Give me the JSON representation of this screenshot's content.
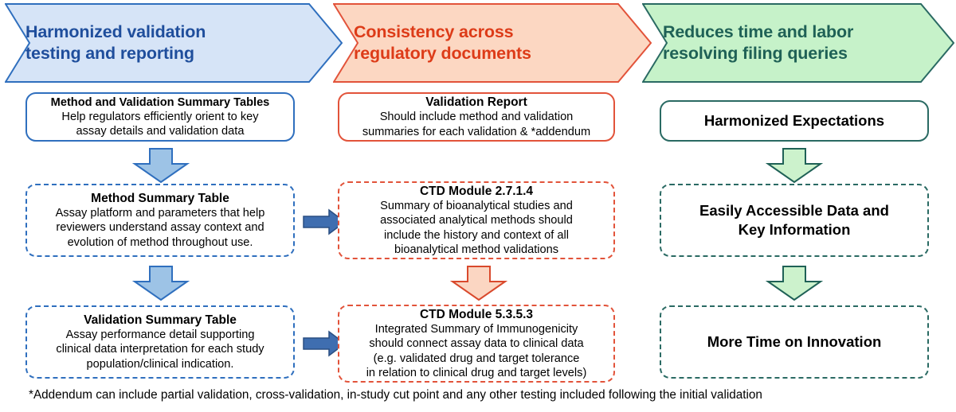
{
  "banners": [
    {
      "id": "harmonized-validation",
      "label": "Harmonized validation\ntesting and reporting",
      "line1": "Harmonized validation",
      "line2": "testing and reporting",
      "fill": "#d6e4f7",
      "stroke": "#2f6fbe",
      "text_color": "#1f4e9c"
    },
    {
      "id": "consistency-regulatory",
      "label": "Consistency across\nregulatory documents",
      "line1": "Consistency across",
      "line2": "regulatory documents",
      "fill": "#fcd7c2",
      "stroke": "#e2533a",
      "text_color": "#dd3b18"
    },
    {
      "id": "reduces-time-labor",
      "label": "Reduces time and labor\nresolving filing queries",
      "line1": "Reduces time and labor",
      "line2": "resolving filing queries",
      "fill": "#c6f2c9",
      "stroke": "#2a6a63",
      "text_color": "#1f6156"
    }
  ],
  "column1": {
    "box1": {
      "title": "Method and Validation Summary Tables",
      "body_line1": "Help regulators efficiently orient to key",
      "body_line2": "assay details and validation data"
    },
    "box2": {
      "title": "Method Summary Table",
      "body_line1": "Assay platform and parameters that help",
      "body_line2": "reviewers understand assay context and",
      "body_line3": "evolution of method throughout use."
    },
    "box3": {
      "title": "Validation Summary Table",
      "body_line1": "Assay performance detail supporting",
      "body_line2": "clinical data interpretation for each study",
      "body_line3": "population/clinical indication."
    }
  },
  "column2": {
    "box1": {
      "title": "Validation Report",
      "body_line1": "Should include method and validation",
      "body_line2": "summaries for each validation & *addendum"
    },
    "box2": {
      "title": "CTD Module 2.7.1.4",
      "body_line1": "Summary of bioanalytical studies and",
      "body_line2": "associated analytical methods should",
      "body_line3": "include the history and context of all",
      "body_line4": "bioanalytical method validations"
    },
    "box3": {
      "title": "CTD Module 5.3.5.3",
      "body_line1": "Integrated Summary of Immunogenicity",
      "body_line2": "should connect assay data to clinical data",
      "body_line3": "(e.g. validated drug and target tolerance",
      "body_line4": "in relation to clinical drug and target levels)"
    }
  },
  "column3": {
    "box1": {
      "title": "Harmonized Expectations"
    },
    "box2": {
      "title_line1": "Easily Accessible Data and",
      "title_line2": "Key Information"
    },
    "box3": {
      "title": "More Time on Innovation"
    }
  },
  "arrows": {
    "blue_down_fill": "#9dc3e6",
    "blue_down_stroke": "#2f6fbe",
    "blue_right_fill": "#3f6eb0",
    "blue_right_stroke": "#2a4f82",
    "orange_down_fill": "#fbd6c2",
    "orange_down_stroke": "#d9492c",
    "green_down_fill": "#ccf2cc",
    "green_down_stroke": "#1f6156"
  },
  "footnote": {
    "text": "*Addendum can include partial validation, cross-validation, in-study cut point and any other testing included following the initial validation"
  }
}
